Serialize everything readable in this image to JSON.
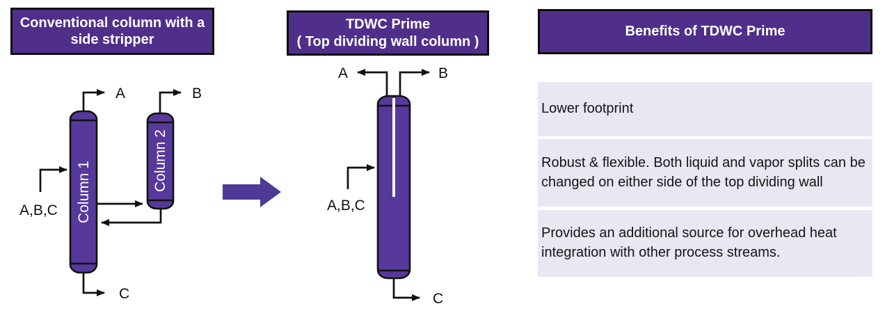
{
  "colors": {
    "header_bg": "#4F2F8A",
    "header_text": "#FFFFFF",
    "column_fill": "#57399B",
    "arrow_fill": "#4C3A96",
    "benefit_bg": "#E9E7F2",
    "line": "#111111"
  },
  "headers": {
    "left": "Conventional column with a side stripper",
    "middle_line1": "TDWC Prime",
    "middle_line2": "( Top dividing wall column )",
    "right": "Benefits of TDWC Prime"
  },
  "left_diagram": {
    "column1_label": "Column 1",
    "column2_label": "Column 2",
    "stream_a": "A",
    "stream_b": "B",
    "stream_c": "C",
    "feed": "A,B,C"
  },
  "middle_diagram": {
    "stream_a": "A",
    "stream_b": "B",
    "stream_c": "C",
    "feed": "A,B,C"
  },
  "benefits": {
    "item1": "Lower footprint",
    "item2": "Robust & flexible. Both liquid and vapor splits can be changed on either side of the top dividing wall",
    "item3": "Provides an additional source for overhead heat integration with other process streams."
  }
}
